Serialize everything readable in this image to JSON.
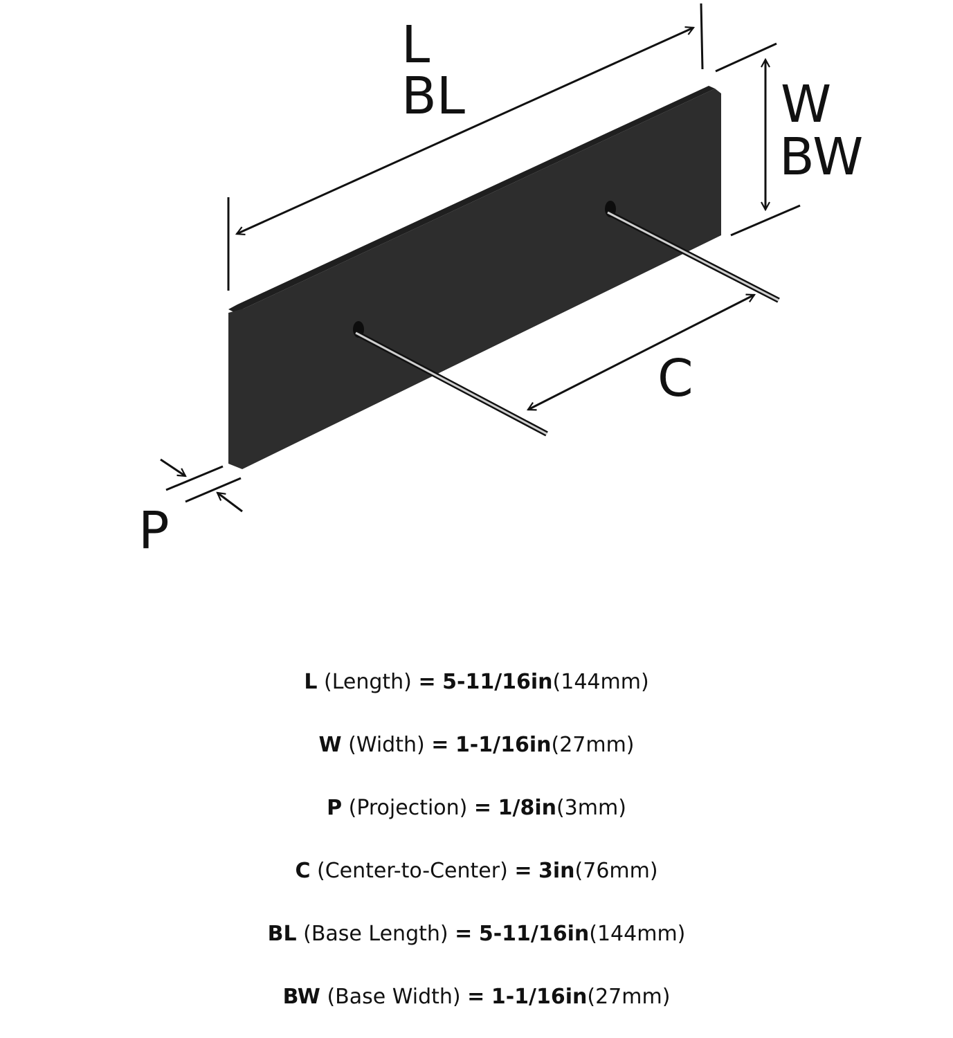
{
  "labels": {
    "length": "L",
    "base_length": "BL",
    "width": "W",
    "base_width": "BW",
    "center": "C",
    "projection": "P"
  },
  "colors": {
    "plate": "#2d2d2d",
    "plate_edge": "#1f1f1f",
    "line": "#111111",
    "screw": "#cfcfcf"
  },
  "specs": [
    {
      "code": "L",
      "name": "(Length)",
      "eq": "=",
      "inch": "5-11/16in",
      "mm": "(144mm)"
    },
    {
      "code": "W",
      "name": "(Width)",
      "eq": "=",
      "inch": "1-1/16in",
      "mm": "(27mm)"
    },
    {
      "code": "P",
      "name": "(Projection)",
      "eq": "=",
      "inch": "1/8in",
      "mm": "(3mm)"
    },
    {
      "code": "C",
      "name": "(Center-to-Center)",
      "eq": "=",
      "inch": "3in",
      "mm": "(76mm)"
    },
    {
      "code": "BL",
      "name": "(Base Length)",
      "eq": "=",
      "inch": "5-11/16in",
      "mm": "(144mm)"
    },
    {
      "code": "BW",
      "name": "(Base Width)",
      "eq": "=",
      "inch": "1-1/16in",
      "mm": "(27mm)"
    }
  ]
}
